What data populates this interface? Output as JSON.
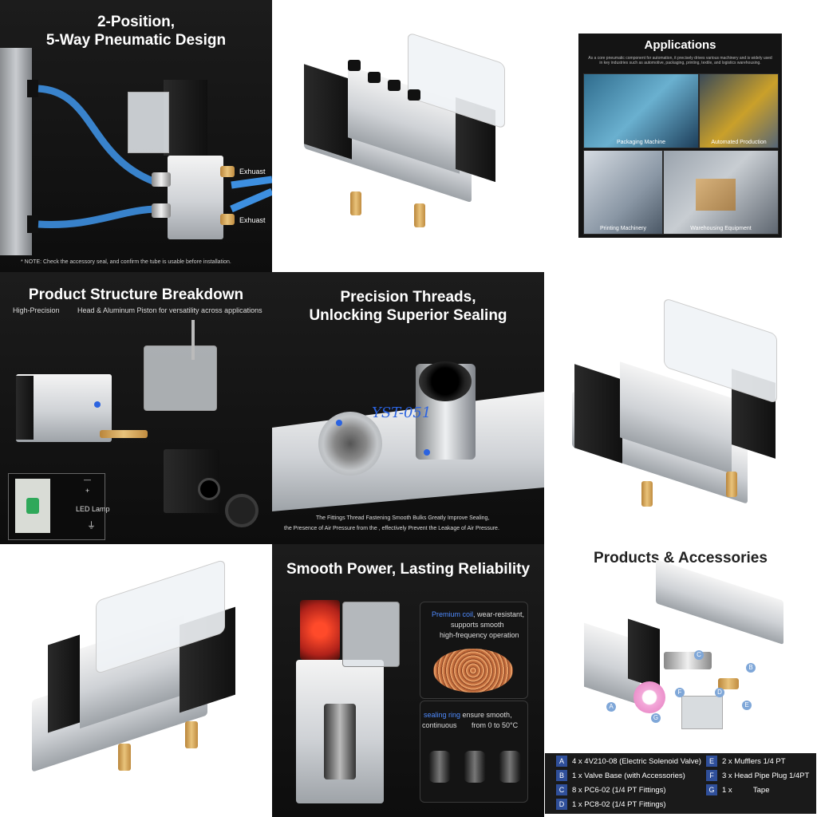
{
  "tile1": {
    "title_line1": "2-Position,",
    "title_line2": "5-Way Pneumatic Design",
    "exhaust_top": "Exhuast",
    "exhaust_bottom": "Exhuast",
    "note": "* NOTE: Check the accessory seal, and confirm the tube is usable before installation."
  },
  "tile3": {
    "title": "Applications",
    "intro": "As a core pneumatic component for automation, it precisely drives various machinery and is widely used in key industries such as automotive, packaging, printing, textile, and logistics warehousing.",
    "photos": [
      {
        "caption": "Packaging Machine"
      },
      {
        "caption": "Automated Production"
      },
      {
        "caption": "Printing Machinery"
      },
      {
        "caption": "Warehousing Equipment"
      }
    ]
  },
  "tile4": {
    "title": "Product Structure Breakdown",
    "subtitle_left": "High-Precision",
    "subtitle_right": "Head & Aluminum Piston for versatility across applications",
    "minus": "—",
    "plus": "+",
    "led": "LED Lamp",
    "ground": "⏚"
  },
  "tile5": {
    "title_line1": "Precision Threads,",
    "title_line2": "Unlocking Superior Sealing",
    "watermark": "YST-051",
    "caption_line1": "The Fittings Thread Fastening Smooth Bulks Greatly Improve Sealing,",
    "caption_line2": "the Presence of Air Pressure from the , effectively Prevent the Leakage of Air Pressure."
  },
  "tile8": {
    "title": "Smooth Power, Lasting Reliability",
    "callout1_highlight": "Premium coil",
    "callout1_rest": ", wear-resistant,",
    "callout1_line2": "supports smooth",
    "callout1_line3": "high-frequency operation",
    "callout2_highlight": "sealing ring",
    "callout2_rest": " ensure smooth,",
    "callout2_line2_left": "continuous",
    "callout2_line2_right": "from 0 to 50°C"
  },
  "tile9": {
    "title": "Products & Accessories",
    "labels": [
      "A",
      "B",
      "C",
      "D",
      "E",
      "F",
      "G"
    ],
    "items": [
      {
        "key": "A",
        "text": "4 x 4V210-08 (Electric Solenoid Valve)"
      },
      {
        "key": "B",
        "text": "1 x Valve Base (with Accessories)"
      },
      {
        "key": "C",
        "text": "8 x PC6-02 (1/4 PT Fittings)"
      },
      {
        "key": "D",
        "text": "1 x PC8-02 (1/4 PT Fittings)"
      },
      {
        "key": "E",
        "text": "2 x Mufflers 1/4 PT"
      },
      {
        "key": "F",
        "text": "3 x Head Pipe Plug 1/4PT"
      },
      {
        "key": "G",
        "text": "1 x          Tape"
      }
    ]
  },
  "colors": {
    "dark_bg": "#111111",
    "accent_blue": "#2b63e0",
    "brass": "#d4a55a",
    "legend_key": "#2f4f9a"
  }
}
